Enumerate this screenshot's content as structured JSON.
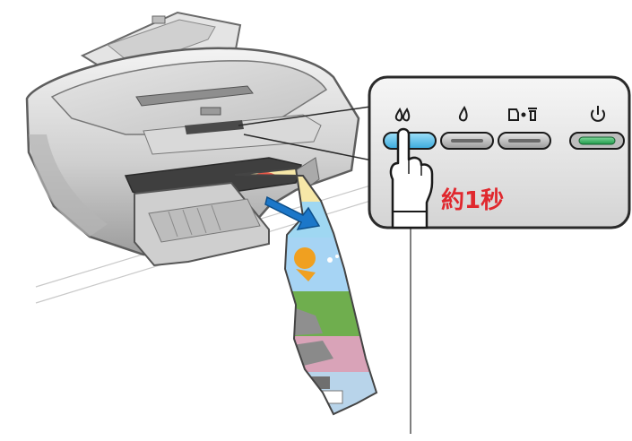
{
  "callout": {
    "duration_label": "約1秒"
  },
  "control_panel": {
    "buttons": [
      {
        "name": "ink-cleaning-button",
        "icon": "ink-drops-icon",
        "pressed": true,
        "color": "#5fc3ec"
      },
      {
        "name": "ink-button",
        "icon": "ink-drop-icon",
        "pressed": false,
        "color": "#9a9a9a"
      },
      {
        "name": "paper-button",
        "icon": "paper-trash-icon",
        "pressed": false,
        "color": "#9a9a9a"
      },
      {
        "name": "power-button",
        "icon": "power-icon",
        "pressed": false,
        "color": "#1f9a4a"
      }
    ]
  },
  "colors": {
    "highlight": "#5fc3ec",
    "power_led": "#1f9a4a",
    "label_red": "#e0282e",
    "arrow_blue": "#1c77c9"
  }
}
